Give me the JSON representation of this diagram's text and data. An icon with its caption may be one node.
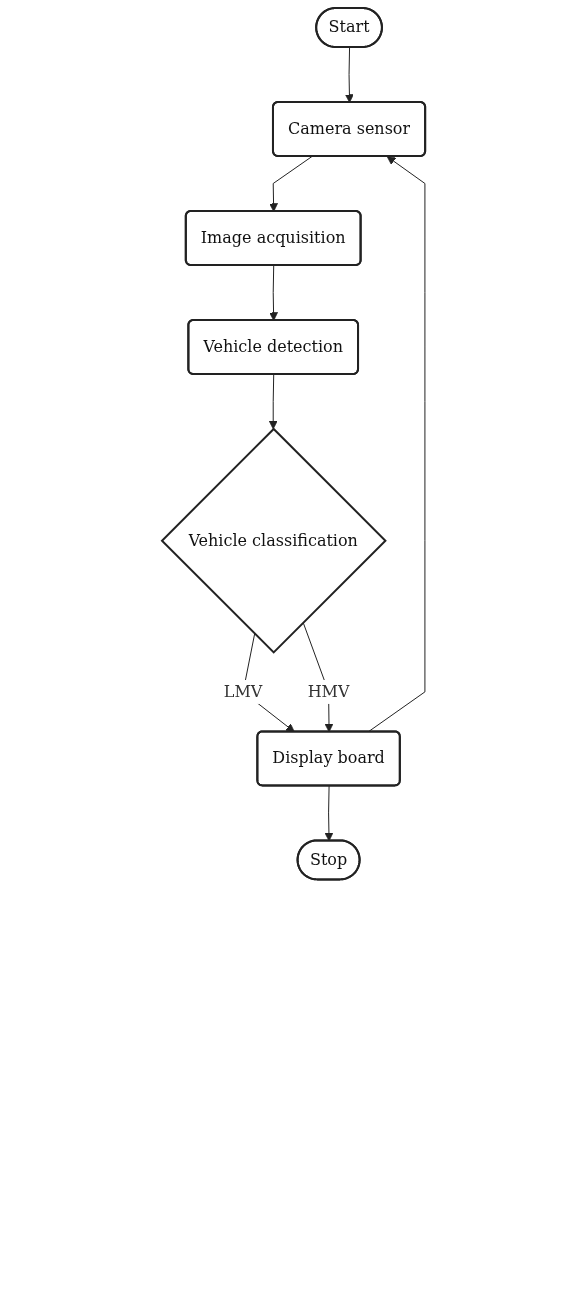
{
  "diagram": {
    "nodes": [
      {
        "text": [
          "Start"
        ]
      },
      {
        "text": [
          "Camera sensor"
        ]
      },
      {
        "text": [
          "Image acquisition"
        ]
      },
      {
        "text": [
          "Vehicle detection"
        ]
      },
      {
        "text": [
          "Vehicle classification"
        ]
      },
      {
        "text": [
          "Display board"
        ]
      },
      {
        "text": [
          "Stop"
        ]
      }
    ],
    "edges": [
      {
        "from": 0,
        "to": 1,
        "arrow": "to"
      },
      {
        "from": 1,
        "to": 2,
        "arrow": "to"
      },
      {
        "from": 2,
        "to": 3,
        "arrow": "to"
      },
      {
        "from": 3,
        "to": 4,
        "arrow": "to"
      },
      {
        "from": 4,
        "to": 5,
        "arrow": "to",
        "label": "LMV"
      },
      {
        "from": 4,
        "to": 5,
        "arrow": "to",
        "label": "HMV"
      },
      {
        "from": 5,
        "to": 6,
        "arrow": "to"
      },
      {
        "from": 5,
        "to": 1,
        "arrow": "to"
      }
    ]
  }
}
